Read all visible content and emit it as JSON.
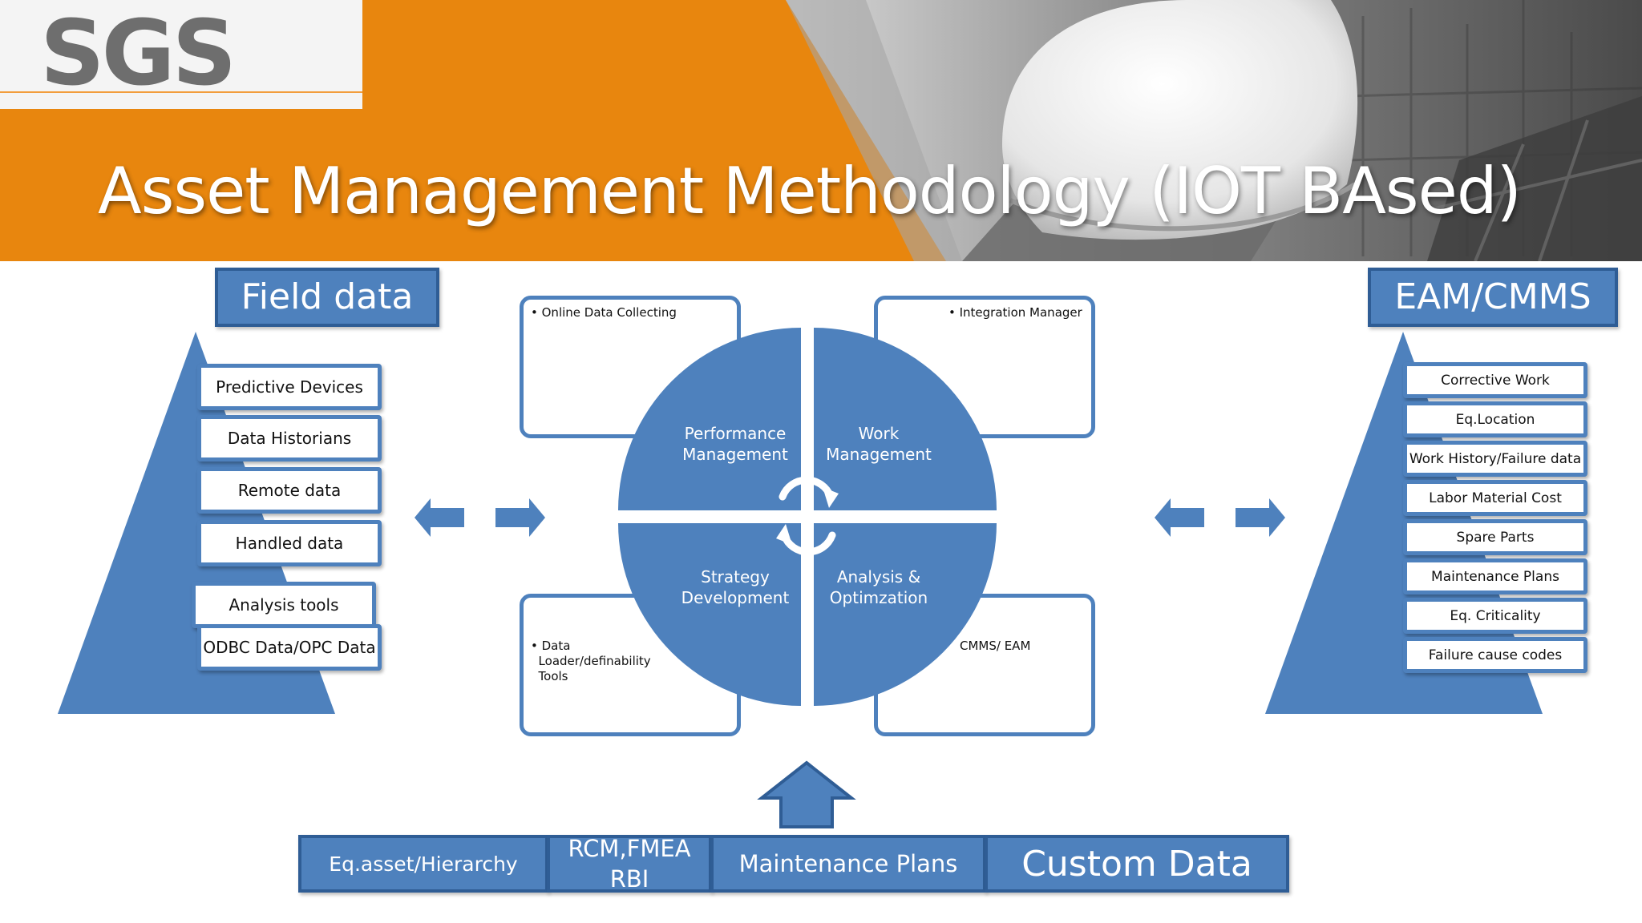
{
  "logo": {
    "text": "SGS"
  },
  "title": "Asset Management Methodology (IOT BAsed)",
  "field_data": {
    "header": "Field data",
    "items": [
      "Predictive Devices",
      "Data Historians",
      "Remote data",
      "Handled data",
      "Analysis tools",
      "ODBC Data/OPC Data"
    ]
  },
  "eam": {
    "header": "EAM/CMMS",
    "items": [
      "Corrective Work",
      "Eq.Location",
      "Work History/Failure data",
      "Labor Material Cost",
      "Spare Parts",
      "Maintenance Plans",
      "Eq. Criticality",
      "Failure cause codes"
    ]
  },
  "cycle": {
    "quadrants": {
      "top_left": [
        "Performance",
        "Management"
      ],
      "top_right": [
        "Work",
        "Management"
      ],
      "bottom_left": [
        "Strategy",
        "Development"
      ],
      "bottom_right": [
        "Analysis &",
        "Optimzation"
      ]
    },
    "corners": {
      "top_left": [
        "Online Data Collecting"
      ],
      "top_right": [
        "Integration Manager"
      ],
      "bottom_left": [
        "Data",
        "Loader/definability",
        "Tools"
      ],
      "bottom_right": [
        "CMMS/ EAM"
      ]
    }
  },
  "bottom": {
    "hierarchy": "Eq.asset/Hierarchy",
    "rcm_line1": "RCM,FMEA",
    "rcm_line2": "RBI",
    "plans": "Maintenance Plans",
    "custom": "Custom Data"
  },
  "colors": {
    "accent": "#4e81bd",
    "accent_dark": "#2f5d95",
    "banner_orange": "#e8860e"
  }
}
